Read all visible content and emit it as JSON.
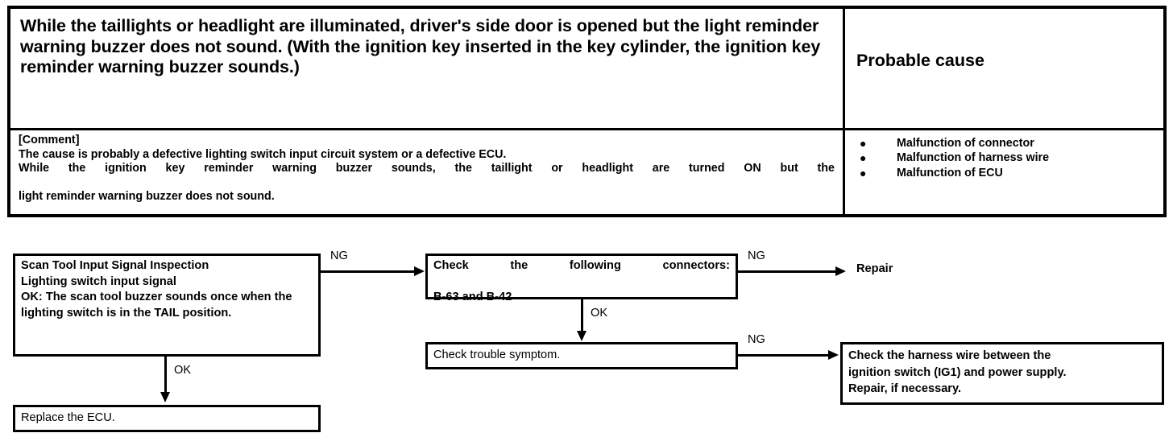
{
  "symptom_table": {
    "title": "While the taillights or headlight are illuminated, driver's side door is opened but the light reminder warning buzzer does not sound. (With the ignition key inserted in the key cylinder, the ignition key reminder warning buzzer sounds.)",
    "probable_cause_header": "Probable cause",
    "comment_label": "[Comment]",
    "comment_line1": "The cause is probably a defective lighting switch input circuit system or a defective ECU.",
    "comment_line2": "While the ignition key reminder warning buzzer sounds, the taillight or headlight are turned ON but the",
    "comment_line3": "light reminder warning buzzer does not sound.",
    "probable_causes": [
      "Malfunction of connector",
      "Malfunction of harness wire",
      "Malfunction of ECU"
    ],
    "bullet_glyph": "●"
  },
  "flowchart": {
    "box_scan_tool": {
      "heading": "Scan Tool Input Signal Inspection",
      "line2": "Lighting switch input signal",
      "ok_label": "OK:",
      "ok_text": " The scan tool buzzer sounds once when the lighting switch is in the TAIL position."
    },
    "box_connectors": {
      "line1": "Check  the  following  connectors:",
      "line2": "B-63 and B-42"
    },
    "box_trouble_symptom": "Check trouble symptom.",
    "box_replace_ecu": "Replace the ECU.",
    "box_harness": {
      "line1": "Check the harness wire between the",
      "line2": "ignition switch (IG1) and power supply.",
      "line3": "Repair, if necessary."
    },
    "label_repair": "Repair",
    "edge_labels": {
      "scan_to_connectors": "NG",
      "scan_to_replace": "OK",
      "connectors_to_repair": "NG",
      "connectors_to_symptom": "OK",
      "symptom_to_harness": "NG"
    }
  }
}
